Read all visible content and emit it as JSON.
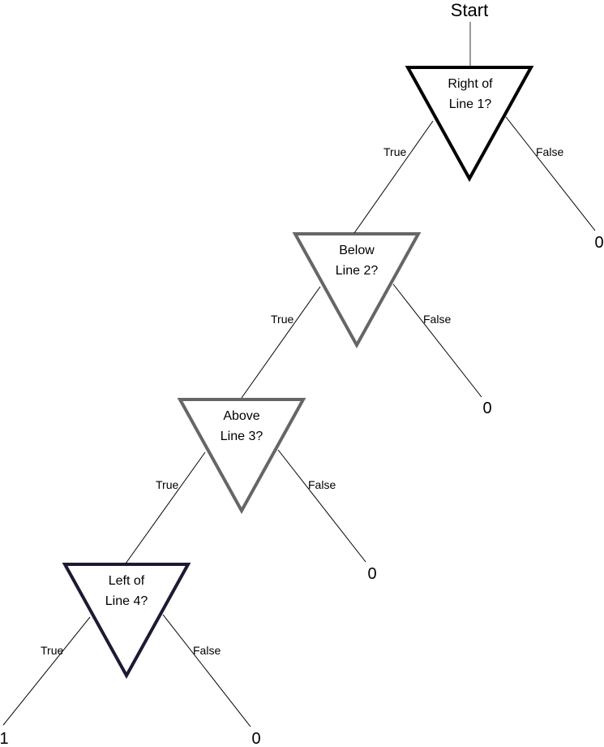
{
  "start_label": "Start",
  "nodes": [
    {
      "id": "n1",
      "question_line1": "Right of",
      "question_line2": "Line 1?",
      "border_color": "#000000"
    },
    {
      "id": "n2",
      "question_line1": "Below",
      "question_line2": "Line 2?",
      "border_color": "#666666"
    },
    {
      "id": "n3",
      "question_line1": "Above",
      "question_line2": "Line 3?",
      "border_color": "#666666"
    },
    {
      "id": "n4",
      "question_line1": "Left of",
      "question_line2": "Line 4?",
      "border_color": "#1c1a33"
    }
  ],
  "edges": [
    {
      "from": "n1",
      "to": "n2",
      "label": "True"
    },
    {
      "from": "n1",
      "to": "leaf1",
      "label": "False"
    },
    {
      "from": "n2",
      "to": "n3",
      "label": "True"
    },
    {
      "from": "n2",
      "to": "leaf2",
      "label": "False"
    },
    {
      "from": "n3",
      "to": "n4",
      "label": "True"
    },
    {
      "from": "n3",
      "to": "leaf3",
      "label": "False"
    },
    {
      "from": "n4",
      "to": "leaf4",
      "label": "True"
    },
    {
      "from": "n4",
      "to": "leaf5",
      "label": "False"
    }
  ],
  "leaves": [
    {
      "id": "leaf1",
      "value": "0"
    },
    {
      "id": "leaf2",
      "value": "0"
    },
    {
      "id": "leaf3",
      "value": "0"
    },
    {
      "id": "leaf4",
      "value": "1"
    },
    {
      "id": "leaf5",
      "value": "0"
    }
  ]
}
